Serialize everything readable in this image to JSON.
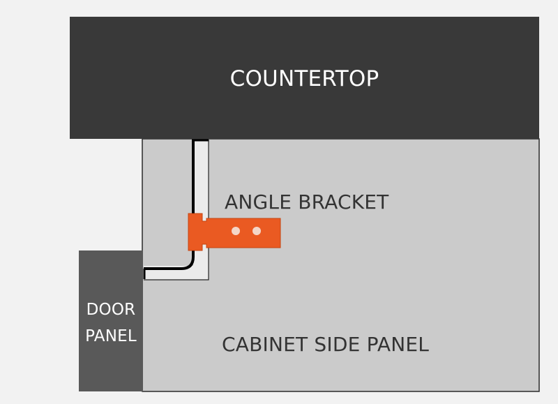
{
  "labels": {
    "countertop": "COUNTERTOP",
    "angle_bracket": "ANGLE BRACKET",
    "cabinet_side_panel": "CABINET SIDE PANEL",
    "door_panel_line1": "DOOR",
    "door_panel_line2": "PANEL"
  },
  "colors": {
    "background": "#f2f2f2",
    "countertop": "#393939",
    "cabinet_side_panel": "#cbcbcb",
    "door_panel": "#595959",
    "bracket": "#ea5a22",
    "profile_channel": "#ebebeb",
    "profile_line": "#000000",
    "bracket_holes": "#f4d6c8"
  },
  "icons": {
    "bracket_holes": "screw-hole-icon"
  }
}
